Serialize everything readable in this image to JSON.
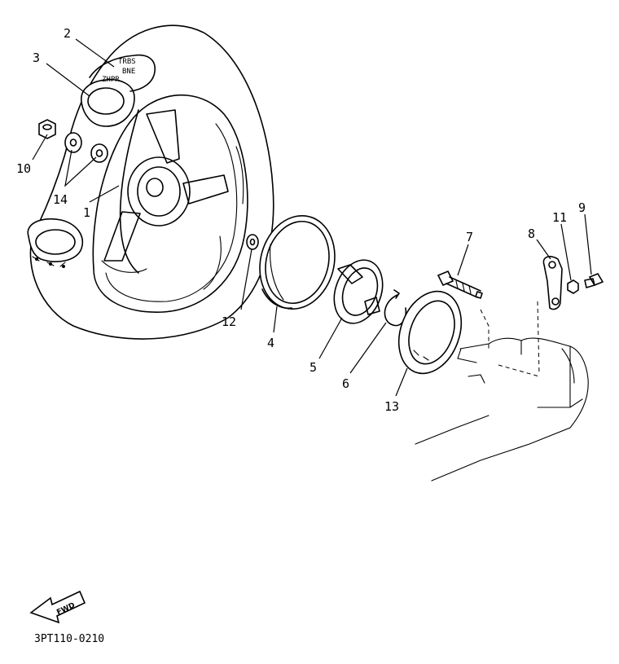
{
  "parts": [
    {
      "id": "p1",
      "label": "1"
    },
    {
      "id": "p2",
      "label": "2"
    },
    {
      "id": "p3",
      "label": "3"
    },
    {
      "id": "p4",
      "label": "4"
    },
    {
      "id": "p5",
      "label": "5"
    },
    {
      "id": "p6",
      "label": "6"
    },
    {
      "id": "p7",
      "label": "7"
    },
    {
      "id": "p8",
      "label": "8"
    },
    {
      "id": "p9",
      "label": "9"
    },
    {
      "id": "p10",
      "label": "10"
    },
    {
      "id": "p11",
      "label": "11"
    },
    {
      "id": "p12",
      "label": "12"
    },
    {
      "id": "p13",
      "label": "13"
    },
    {
      "id": "p14",
      "label": "14"
    }
  ],
  "direction_arrow": "FWD",
  "diagram_code": "3PT110-0210"
}
